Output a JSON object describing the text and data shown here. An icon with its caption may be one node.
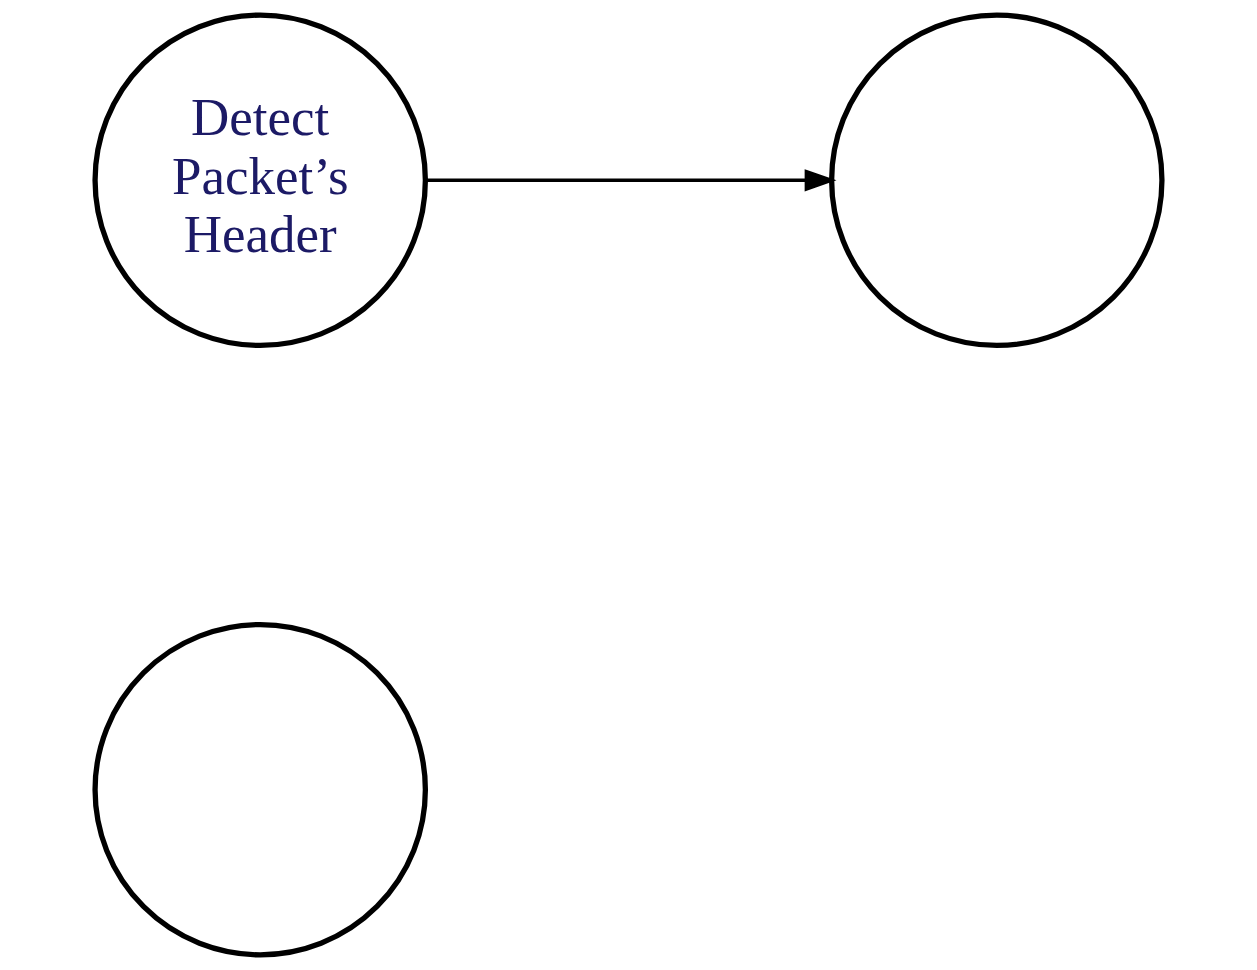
{
  "diagram": {
    "nodes": [
      {
        "text": [
          "Detect Packet’s Header"
        ]
      },
      {
        "text": [],
        "shape": "circle"
      },
      {
        "text": [],
        "shape": "circle"
      }
    ],
    "edges": [
      {
        "from": 0,
        "to": 1,
        "arrow": "to"
      }
    ]
  }
}
